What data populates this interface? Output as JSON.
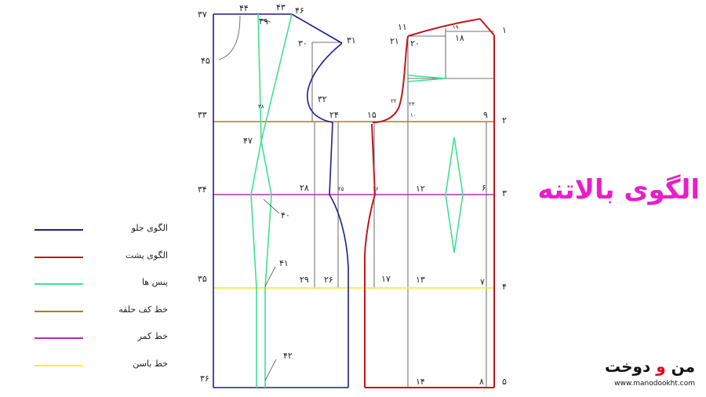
{
  "colors": {
    "front": "#1d1f8c",
    "back": "#c4161c",
    "darts": "#3de28f",
    "armhole_line": "#a08320",
    "waist_line": "#b32bc4",
    "hip_line": "#f2ee45",
    "construction": "#444444",
    "title": "#e81ec8"
  },
  "title": "الگوی بالاتنه",
  "logo": {
    "part1": "من ",
    "part2": "و",
    "part3": " دوخت"
  },
  "website": "www.manodookht.com",
  "legend": [
    {
      "label": "الگوی جلو",
      "color": "#1d1f8c"
    },
    {
      "label": "الگوی پشت",
      "color": "#c4161c"
    },
    {
      "label": "پنس ها",
      "color": "#3de28f"
    },
    {
      "label": "خط کف حلقه",
      "color": "#a08320"
    },
    {
      "label": "خط کمر",
      "color": "#b32bc4"
    },
    {
      "label": "خط باسن",
      "color": "#f2ee45"
    }
  ],
  "points": {
    "p1": "۱",
    "p2": "۲",
    "p3": "۳",
    "p4": "۴",
    "p5": "۵",
    "p6": "۶",
    "p7": "۷",
    "p8": "۸",
    "p9": "۹",
    "p10": "۱۰",
    "p11": "۱۱",
    "p12": "۱۲",
    "p13": "۱۳",
    "p14": "۱۴",
    "p15": "۱۵",
    "p16": "۱۶",
    "p17": "۱۷",
    "p18": "۱۸",
    "p19": "۱۹",
    "p20": "۲۰",
    "p21": "۲۱",
    "p22": "۲۲",
    "p23": "۲۳",
    "p24": "۲۴",
    "p25": "۲۵",
    "p26": "۲۶",
    "p28": "۲۸",
    "p29": "۲۹",
    "p30": "۳۰",
    "p31": "۳۱",
    "p32": "۳۲",
    "p33": "۳۳",
    "p34": "۳۴",
    "p35": "۳۵",
    "p36": "۳۶",
    "p37": "۳۷",
    "p38": "۳۸",
    "p39": "۳۹",
    "p40": "۴۰",
    "p41": "۴۱",
    "p42": "۴۲",
    "p43": "۴۳",
    "p44": "۴۴",
    "p45": "۴۵",
    "p46": "۴۶",
    "p47": "۴۷"
  }
}
